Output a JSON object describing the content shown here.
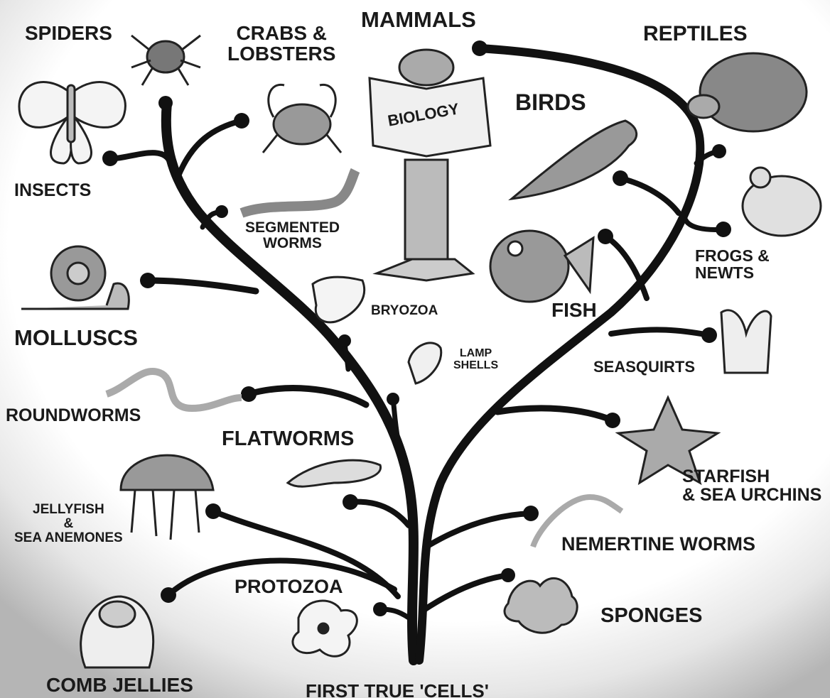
{
  "labels": {
    "spiders": "SPIDERS",
    "crabs_lobsters": "CRABS &\nLOBSTERS",
    "mammals": "MAMMALS",
    "reptiles": "REPTILES",
    "birds": "BIRDS",
    "biology": "BIOLOGY",
    "insects": "INSECTS",
    "segmented_worms": "SEGMENTED\nWORMS",
    "frogs_newts": "FROGS &\nNEWTS",
    "molluscs": "MOLLUSCS",
    "bryozoa": "BRYOZOA",
    "fish": "FISH",
    "lamp_shells": "LAMP\nSHELLS",
    "seasquirts": "SEASQUIRTS",
    "roundworms": "ROUNDWORMS",
    "flatworms": "FLATWORMS",
    "starfish": "STARFISH\n& SEA URCHINS",
    "jellyfish": "JELLYFISH\n&\nSEA ANEMONES",
    "nemertine": "NEMERTINE WORMS",
    "protozoa": "PROTOZOA",
    "sponges": "SPONGES",
    "comb_jellies": "COMB JELLIES",
    "first_cells": "FIRST TRUE 'CELLS'"
  },
  "colors": {
    "ink": "#111111",
    "background": "#ffffff",
    "shadow": "#bdbdbd",
    "illustration_fill": "#d9d9d9"
  }
}
